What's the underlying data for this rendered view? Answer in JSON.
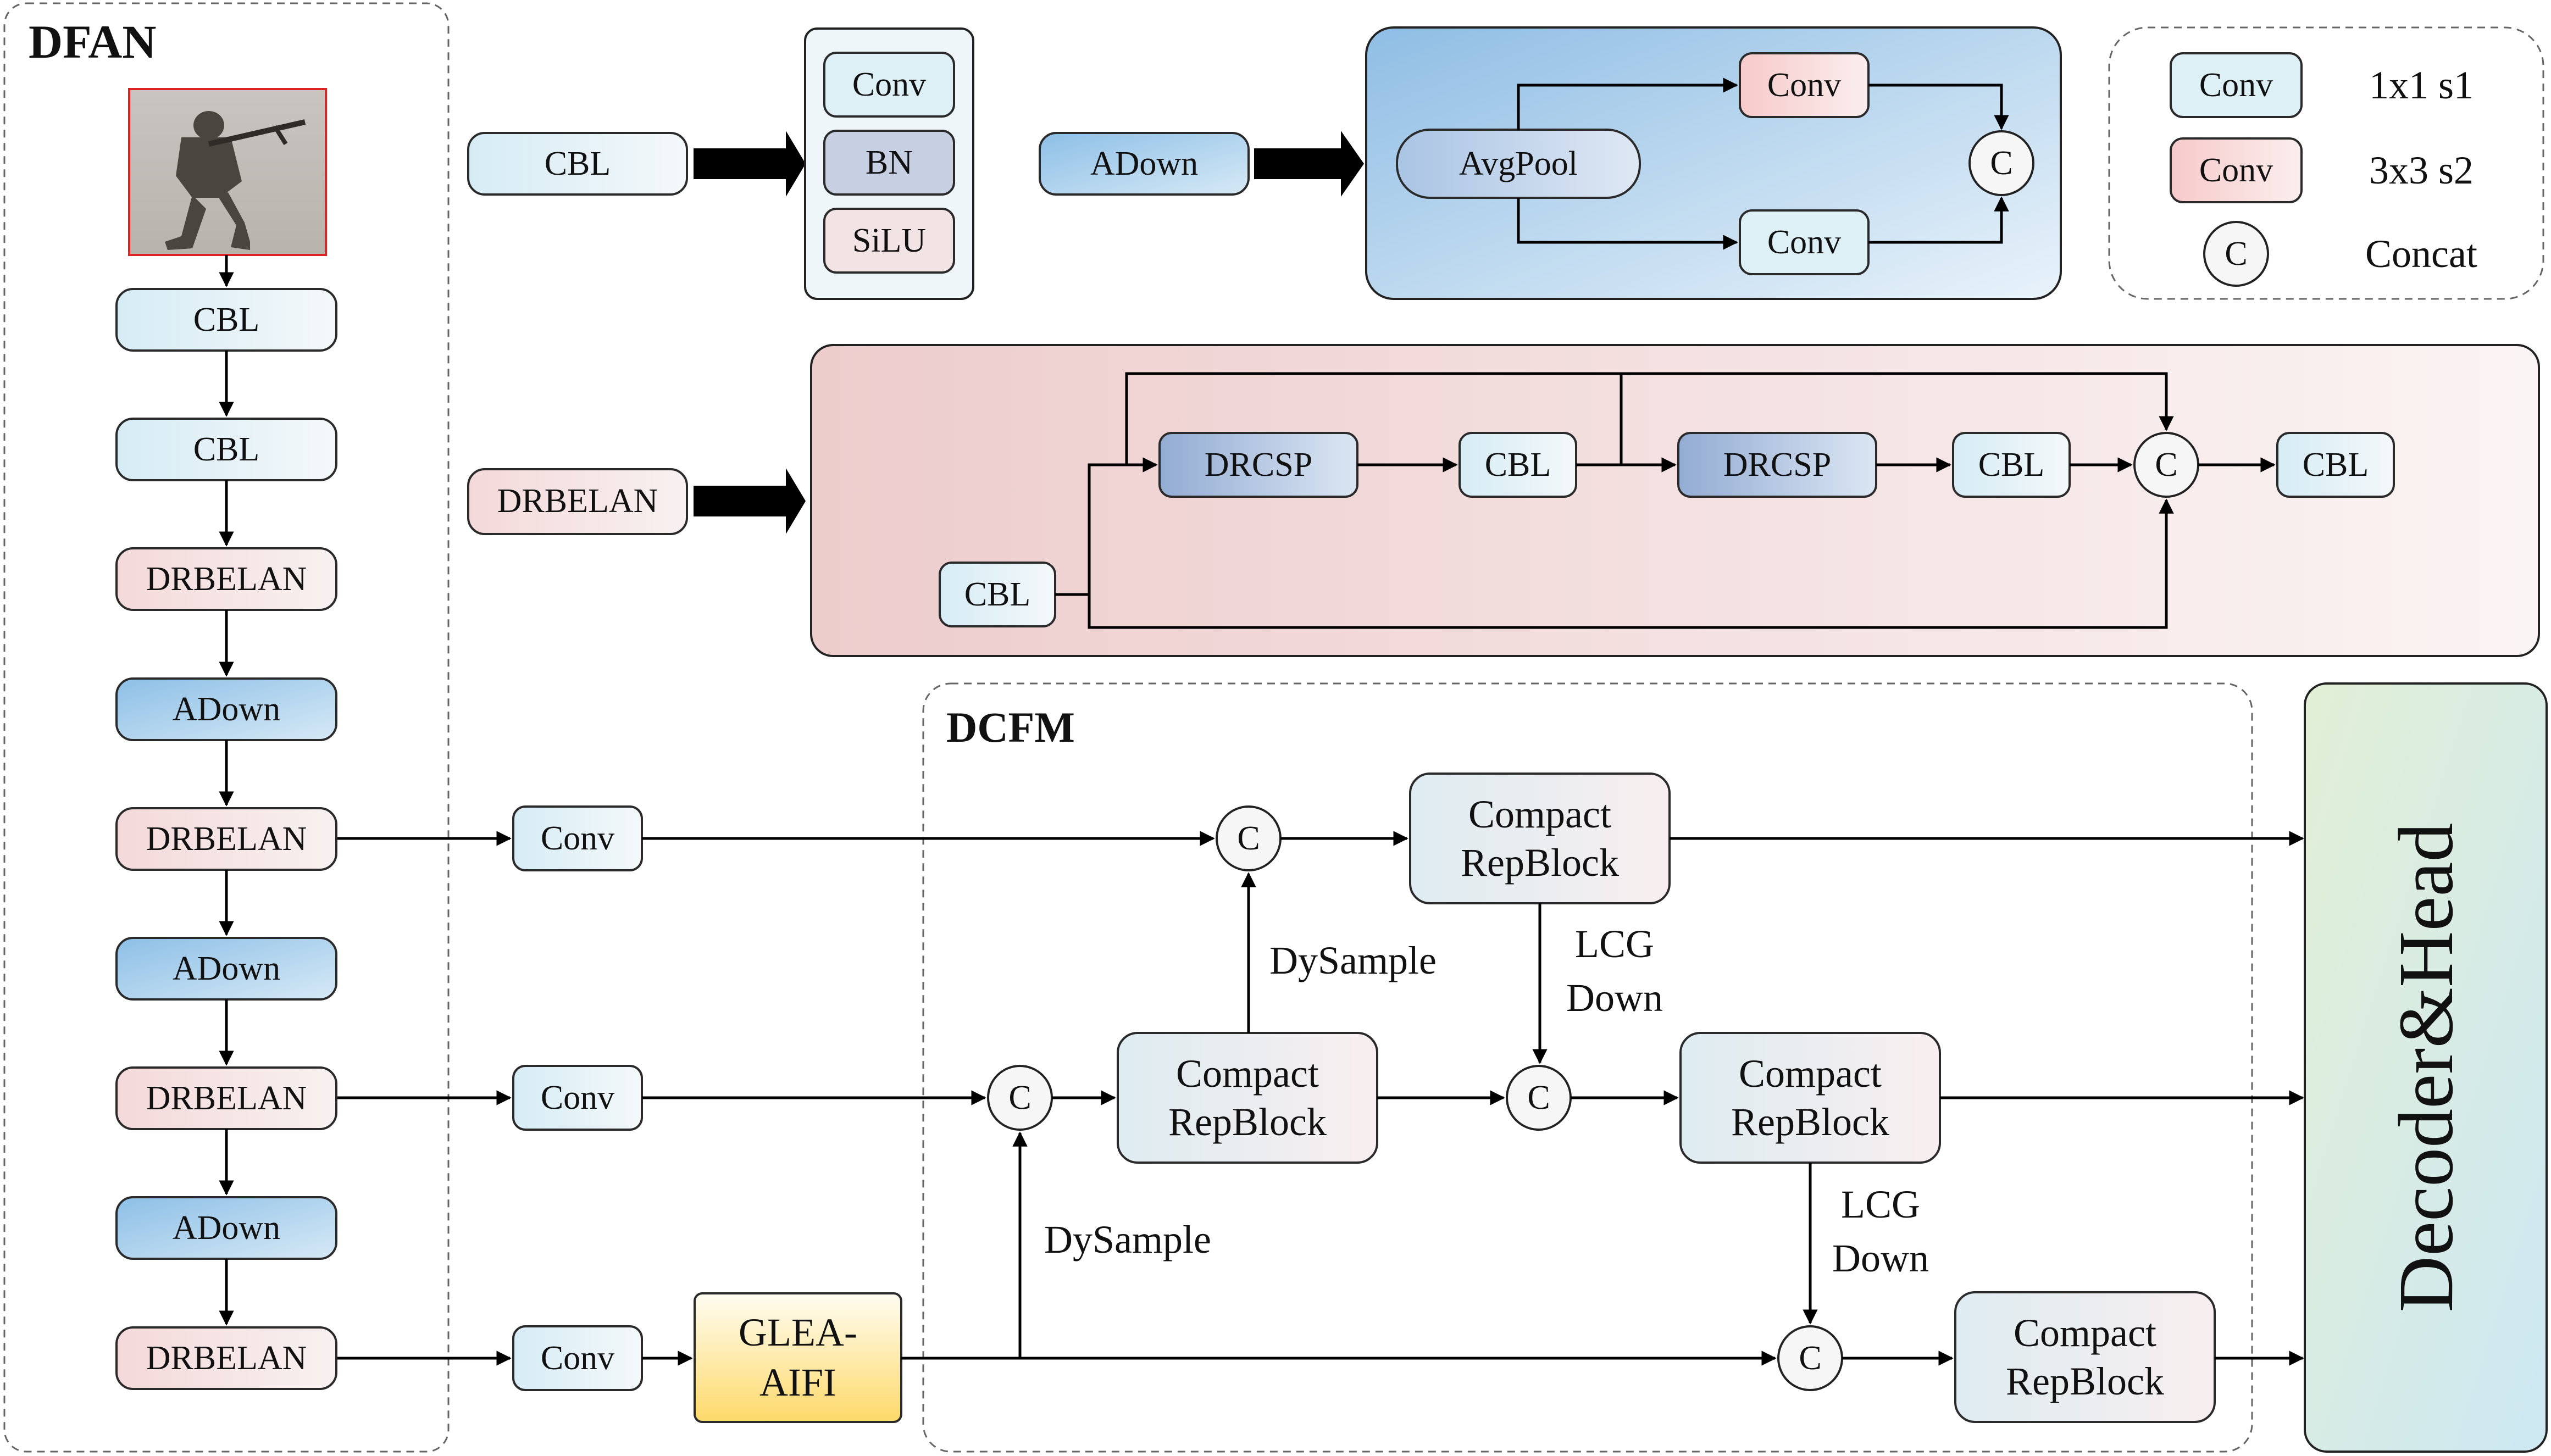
{
  "sections": {
    "dfan_title": "DFAN",
    "dcfm_title": "DCFM",
    "decoder_head": "Decoder&Head"
  },
  "backbone": [
    "CBL",
    "CBL",
    "DRBELAN",
    "ADown",
    "DRBELAN",
    "ADown",
    "DRBELAN",
    "ADown",
    "DRBELAN"
  ],
  "input_image": "soldier-with-rifle-image",
  "cbl_detail": {
    "name": "CBL",
    "parts": [
      "Conv",
      "BN",
      "SiLU"
    ]
  },
  "adown_detail": {
    "name": "ADown",
    "avgpool": "AvgPool",
    "conv_top": "Conv",
    "conv_bottom": "Conv",
    "concat": "C"
  },
  "drbelan_detail": {
    "name": "DRBELAN",
    "input_cbl": "CBL",
    "drcsp1": "DRCSP",
    "cbl1": "CBL",
    "drcsp2": "DRCSP",
    "cbl2": "CBL",
    "concat": "C",
    "output_cbl": "CBL"
  },
  "legend": {
    "items": [
      {
        "box": "Conv",
        "desc": "1x1 s1",
        "color": "#dceef5"
      },
      {
        "box": "Conv",
        "desc": "3x3 s2",
        "color": "#fadada"
      },
      {
        "box": "C",
        "desc": "Concat",
        "color": "#f4f4f4"
      }
    ]
  },
  "neck": {
    "conv1": "Conv",
    "conv2": "Conv",
    "conv3": "Conv",
    "glea_line1": "GLEA-",
    "glea_line2": "AIFI",
    "concat": "C",
    "rep_line1": "Compact",
    "rep_line2": "RepBlock",
    "dysample": "DySample",
    "lcg_line1": "LCG",
    "lcg_line2": "Down"
  },
  "colors": {
    "cbl": "#dff0f6",
    "drbelan": "#f6dede",
    "adown": "#9cc8e8",
    "drcsp": "#9fb7d8",
    "repblock": "#e8eef2",
    "glea_top": "#fffbea",
    "glea_bottom": "#fde28a",
    "decoder_top": "#e3efda",
    "decoder_bottom": "#d3eaf2",
    "adown_panel": "#a8cdea",
    "drbelan_panel": "#f0d6d6"
  }
}
